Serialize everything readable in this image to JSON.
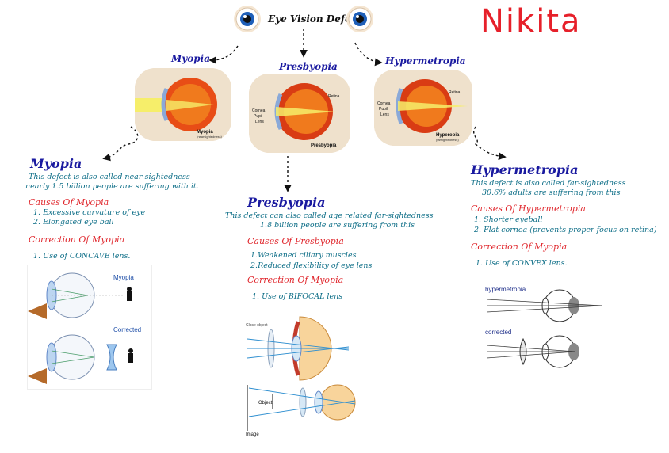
{
  "header": {
    "title": "Eye Vision Defects",
    "signature": "Nikita"
  },
  "branches": {
    "myopia": "Myopia",
    "presbyopia": "Presbyopia",
    "hypermetropia": "Hypermetropia"
  },
  "photos": {
    "myopia": {
      "caption": "Myopia",
      "sub": "(nearsightedness)"
    },
    "presbyopia": {
      "caption": "Presbyopia",
      "retina": "Retina",
      "cornea": "Cornea",
      "pupil": "Pupil",
      "lens": "Lens"
    },
    "hyperopia": {
      "caption": "Hyperopia",
      "sub": "(farsightedness)",
      "retina": "Retina",
      "cornea": "Cornea",
      "pupil": "Pupil",
      "lens": "Lens"
    }
  },
  "myopia": {
    "heading": "Myopia",
    "desc1": "This defect is also called near-sightedness",
    "desc2": "nearly 1.5 billion people are suffering with it.",
    "causes_title": "Causes Of Myopia",
    "causes": [
      "1. Excessive curvature of eye",
      "2. Elongated eye ball"
    ],
    "correction_title": "Correction Of Myopia",
    "correction": "1. Use of CONCAVE lens.",
    "diagram": {
      "top": "Myopia",
      "bottom": "Corrected"
    }
  },
  "presbyopia": {
    "heading": "Presbyopia",
    "desc1": "This defect can also called age related far-sightedness",
    "desc2": "1.8 billion people are suffering from this",
    "causes_title": "Causes Of Presbyopia",
    "causes": [
      "1.Weakened ciliary muscles",
      "2.Reduced flexibility of eye lens"
    ],
    "correction_title": "Correction Of Myopia",
    "correction": "1. Use of BIFOCAL lens",
    "diagram": {
      "close": "Close object",
      "object": "Object",
      "image": "Image"
    }
  },
  "hypermetropia": {
    "heading": "Hypermetropia",
    "desc1": "This defect is also called far-sightedness",
    "desc2": "30.6% adults are suffering from this",
    "causes_title": "Causes Of Hypermetropia",
    "causes": [
      "1. Shorter eyeball",
      "2. Flat cornea (prevents proper focus on retina)"
    ],
    "correction_title": "Correction Of Myopia",
    "correction": "1. Use of CONVEX lens.",
    "diagram": {
      "top": "hypermetropia",
      "bottom": "corrected"
    }
  }
}
